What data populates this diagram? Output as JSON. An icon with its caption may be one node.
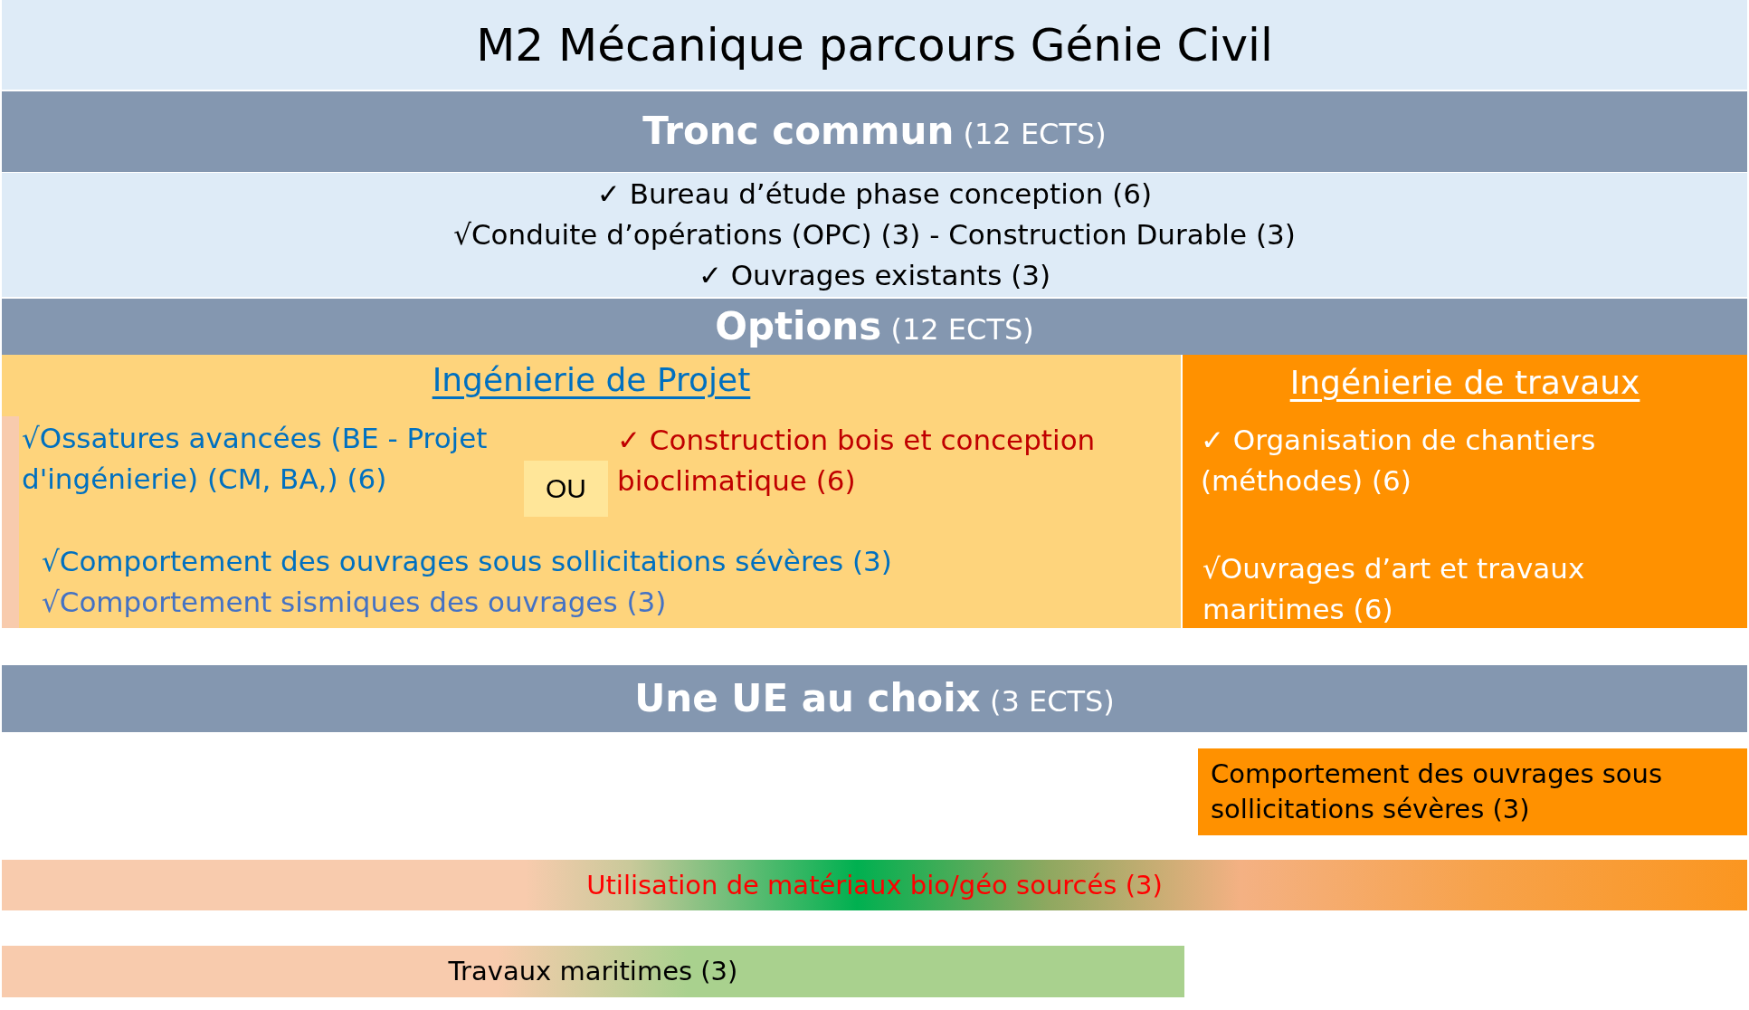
{
  "diagram": {
    "title": "M2 Mécanique parcours Génie Civil",
    "nodes": [
      {
        "text": [
          "**Tronc commun** (12 ECTS)"
        ]
      },
      {
        "text": [
          "✓ Bureau d’étude phase conception (6)",
          "√Conduite d’opérations (OPC) (3) - Construction Durable (3)",
          "✓ Ouvrages existants (3)"
        ]
      },
      {
        "text": [
          "**Options** (12 ECTS)"
        ]
      },
      {
        "text": [
          "Ingénierie de Projet",
          "√Ossatures avancées (BE - Projet d'ingénierie) (CM, BA,) (6)",
          "✓ Construction bois et conception bioclimatique (6)",
          "√Comportement des ouvrages sous sollicitations sévères (3)",
          "√Comportement sismiques des ouvrages (3)"
        ]
      },
      {
        "text": [
          "OU"
        ],
        "in": 3
      },
      {
        "text": [
          "Ingénierie de travaux",
          "✓ Organisation de chantiers (méthodes) (6)",
          "√Ouvrages d’art et travaux maritimes (6)"
        ]
      },
      {
        "text": [
          "**Une UE au choix** (3 ECTS)"
        ]
      },
      {
        "text": [
          "Comportement des ouvrages sous sollicitations sévères (3)"
        ]
      },
      {
        "text": [
          "Utilisation de matériaux bio/géo sourcés (3)"
        ]
      },
      {
        "text": [
          "Travaux maritimes (3)"
        ]
      }
    ]
  }
}
